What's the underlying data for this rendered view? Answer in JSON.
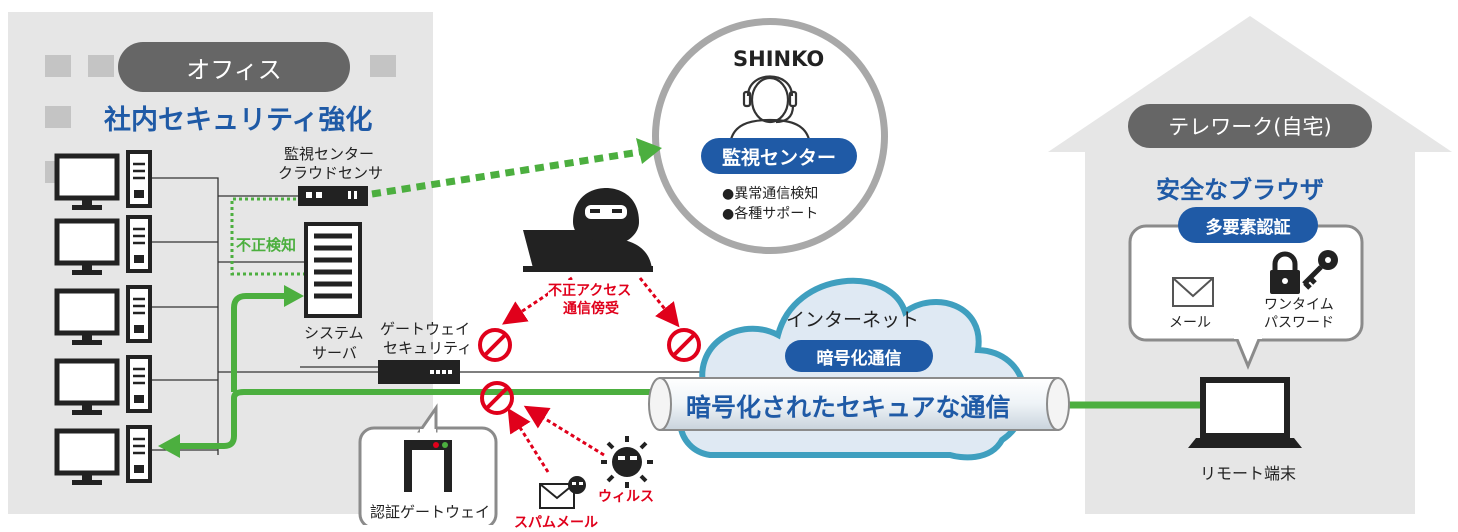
{
  "office": {
    "title": "オフィス",
    "heading": "社内セキュリティ強化",
    "sensor_label": [
      "監視センター",
      "クラウドセンサ"
    ],
    "detect_label": "不正検知",
    "server_label": [
      "システム",
      "サーバ"
    ],
    "gateway_label": [
      "ゲートウェイ",
      "セキュリティ"
    ],
    "auth_gate_label": "認証ゲートウェイ"
  },
  "center": {
    "name": "SHINKO",
    "badge": "監視センター",
    "items": [
      "●異常通信検知",
      "●各種サポート"
    ]
  },
  "threats": {
    "attack_label": [
      "不正アクセス",
      "通信傍受"
    ],
    "spam_label": "スパムメール",
    "virus_label": "ウィルス"
  },
  "internet": {
    "label": "インターネット",
    "badge": "暗号化通信",
    "tunnel_label": "暗号化されたセキュアな通信"
  },
  "home": {
    "title": "テレワーク(自宅)",
    "heading": "安全なブラウザ",
    "auth_badge": "多要素認証",
    "mail_label": "メール",
    "otp_label": [
      "ワンタイム",
      "パスワード"
    ],
    "terminal_label": "リモート端末"
  },
  "colors": {
    "blue": "#1f5aa6",
    "green": "#4caf3f",
    "red": "#e0001b",
    "gray_panel": "#e6e6e6",
    "pill_gray": "#666666"
  }
}
